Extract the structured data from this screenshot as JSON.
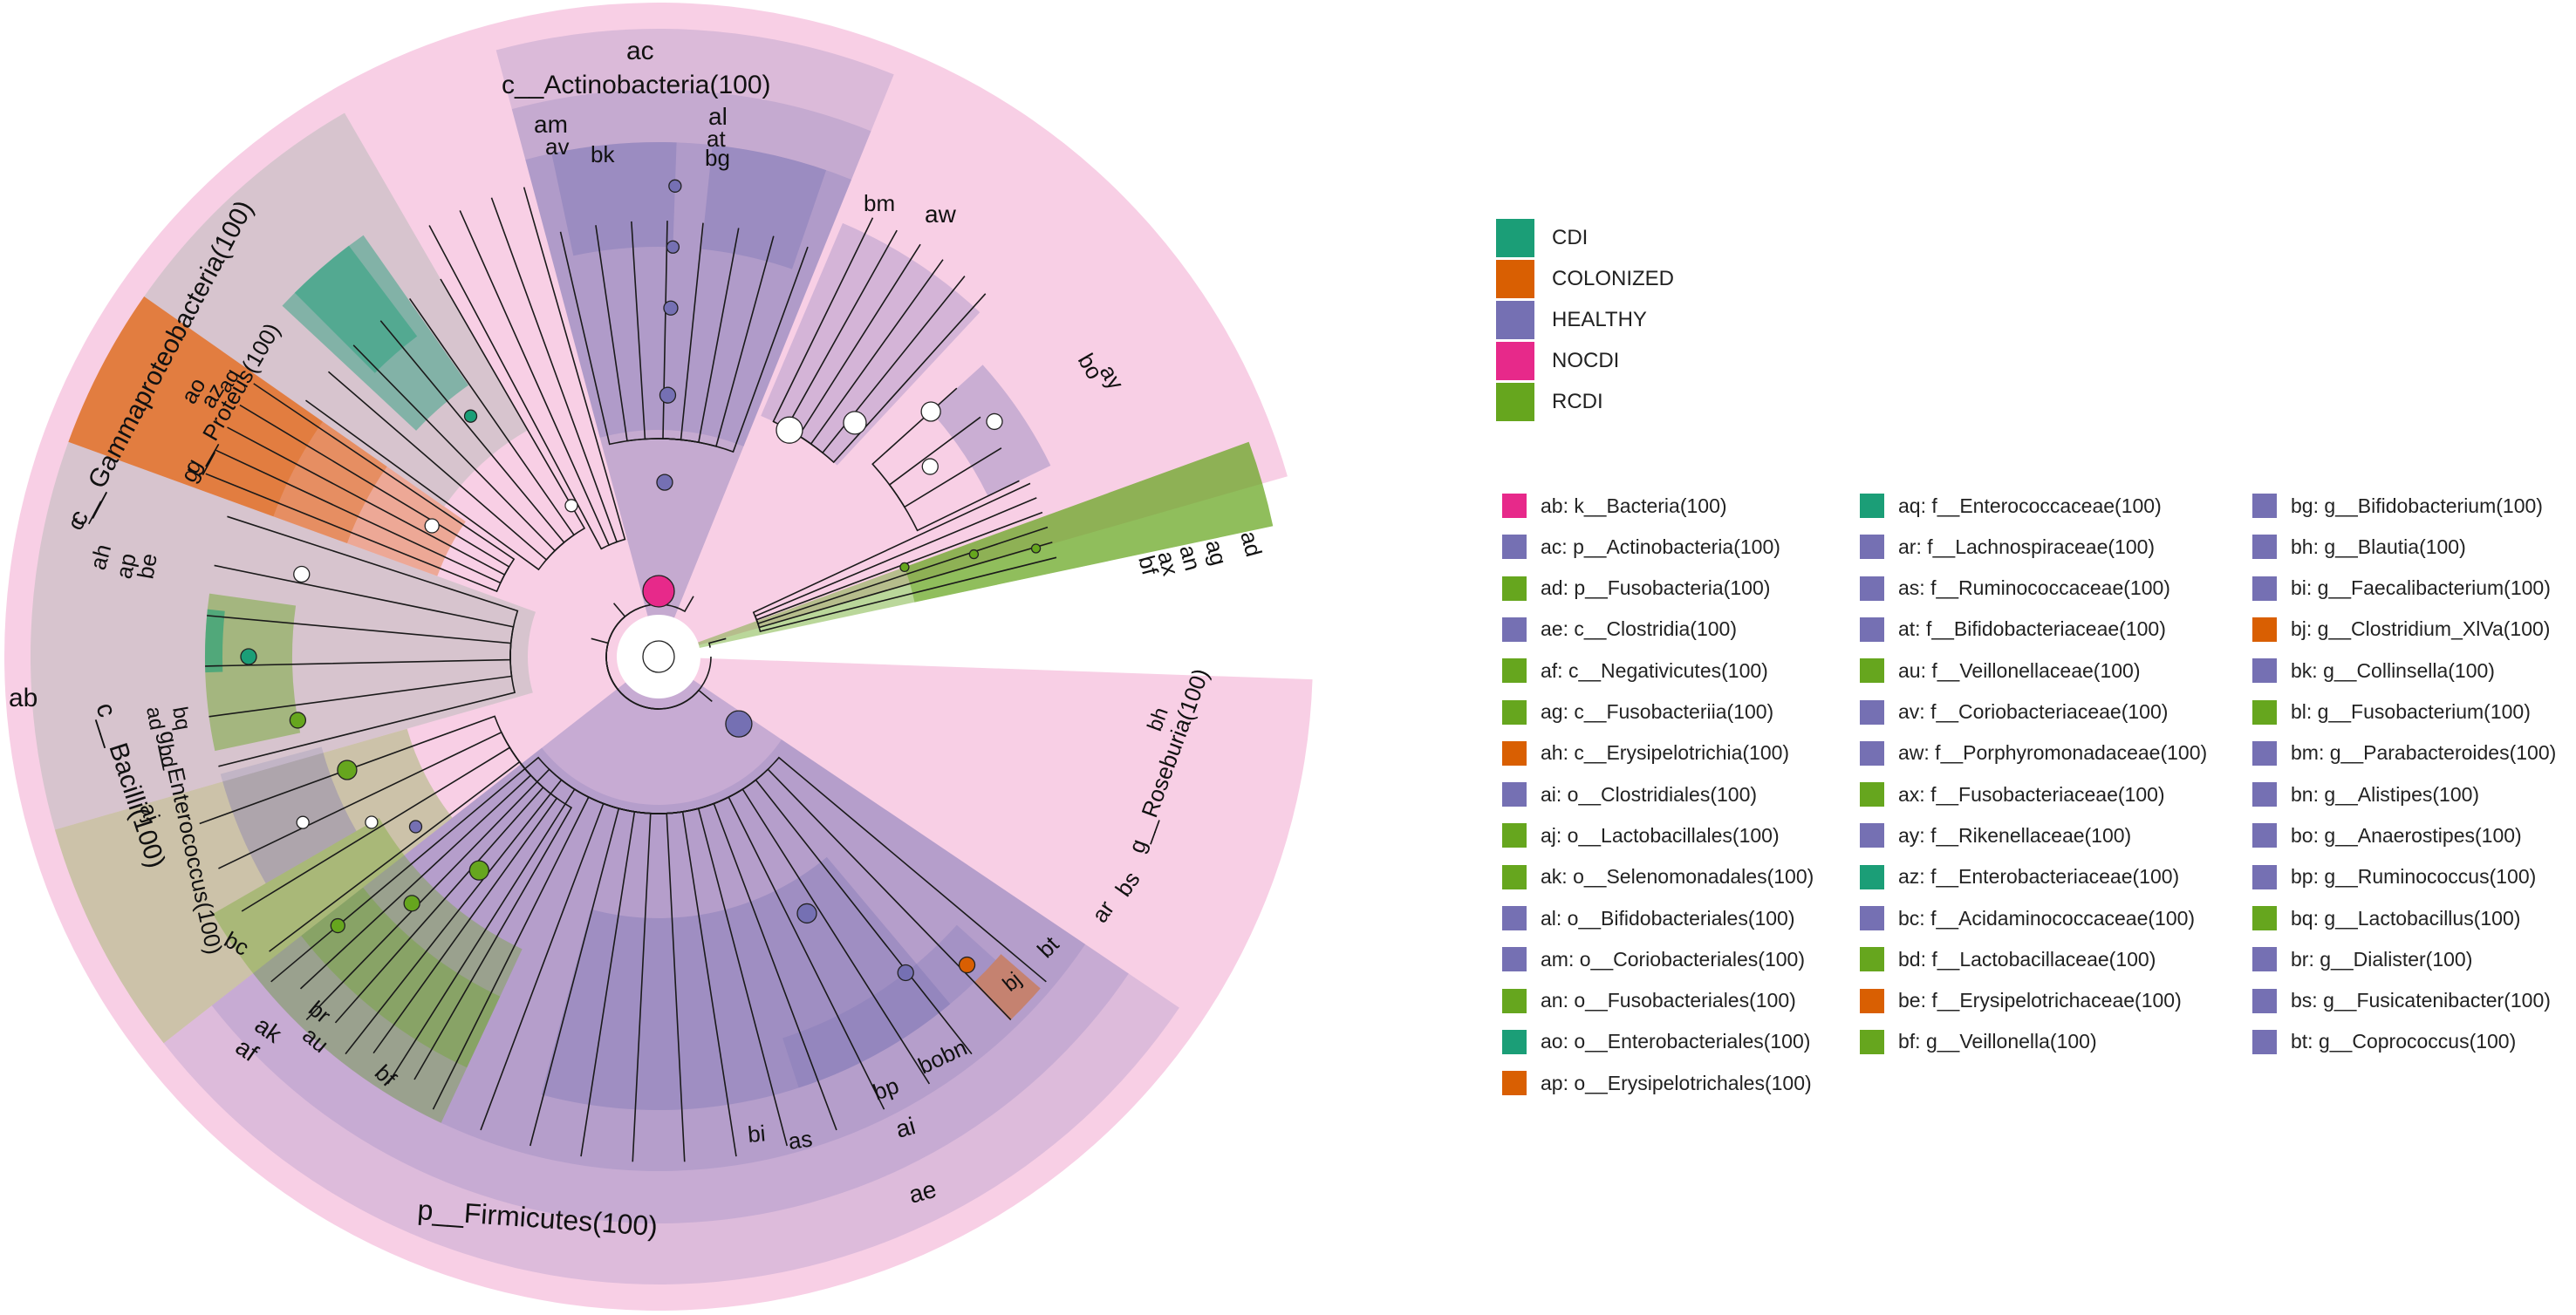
{
  "colors": {
    "background_ring": "#f8cfe5",
    "clade_line": "#1a1a1a",
    "node_neutral": "#ffffff"
  },
  "groups": [
    {
      "name": "CDI",
      "color": "#1b9e77"
    },
    {
      "name": "COLONIZED",
      "color": "#d95f02"
    },
    {
      "name": "HEALTHY",
      "color": "#7570b3"
    },
    {
      "name": "NOCDI",
      "color": "#e7298a"
    },
    {
      "name": "RCDI",
      "color": "#66a61e"
    }
  ],
  "clade_labels": {
    "ab": "ab",
    "ac": "ac",
    "actinobacteria": "c__Actinobacteria(100)",
    "gamma": "c__Gammaproteobacteria(100)",
    "proteus": "g__Proteus(100)",
    "firmicutes": "p__Firmicutes(100)",
    "bacilli": "c__Bacilli(100)",
    "enterococcus": "g__Enterococcus(100)",
    "roseburia": "g__Roseburia(100)",
    "ad": "ad",
    "ag": "ag",
    "an": "an",
    "ax": "ax",
    "bf2": "bf",
    "am": "am",
    "av": "av",
    "bk": "bk",
    "al": "al",
    "at": "at",
    "bg": "bg",
    "bm": "bm",
    "aw": "aw",
    "bo": "bo",
    "ay": "ay",
    "ao": "ao",
    "az": "az",
    "aq": "aq",
    "ah": "ah",
    "ap": "ap",
    "be": "be",
    "c_": "c__",
    "g_": "g__",
    "ae": "ae",
    "ai": "ai",
    "bp": "bp",
    "bobn": "bobn",
    "as": "as",
    "bi": "bi",
    "bj": "bj",
    "bt": "bt",
    "ar": "ar",
    "bs": "bs",
    "bh": "bh",
    "ak": "ak",
    "af": "af",
    "br": "br",
    "au": "au",
    "bf": "bf",
    "bc": "bc",
    "aj": "aj",
    "ad2": "ad",
    "bd": "bd",
    "bq": "bq"
  },
  "legend": [
    {
      "code": "ab",
      "text": "ab: k__Bacteria(100)",
      "group": "NOCDI"
    },
    {
      "code": "ac",
      "text": "ac: p__Actinobacteria(100)",
      "group": "HEALTHY"
    },
    {
      "code": "ad",
      "text": "ad: p__Fusobacteria(100)",
      "group": "RCDI"
    },
    {
      "code": "ae",
      "text": "ae: c__Clostridia(100)",
      "group": "HEALTHY"
    },
    {
      "code": "af",
      "text": "af: c__Negativicutes(100)",
      "group": "RCDI"
    },
    {
      "code": "ag",
      "text": "ag: c__Fusobacteriia(100)",
      "group": "RCDI"
    },
    {
      "code": "ah",
      "text": "ah: c__Erysipelotrichia(100)",
      "group": "COLONIZED"
    },
    {
      "code": "ai",
      "text": "ai: o__Clostridiales(100)",
      "group": "HEALTHY"
    },
    {
      "code": "aj",
      "text": "aj: o__Lactobacillales(100)",
      "group": "RCDI"
    },
    {
      "code": "ak",
      "text": "ak: o__Selenomonadales(100)",
      "group": "RCDI"
    },
    {
      "code": "al",
      "text": "al: o__Bifidobacteriales(100)",
      "group": "HEALTHY"
    },
    {
      "code": "am",
      "text": "am: o__Coriobacteriales(100)",
      "group": "HEALTHY"
    },
    {
      "code": "an",
      "text": "an: o__Fusobacteriales(100)",
      "group": "RCDI"
    },
    {
      "code": "ao",
      "text": "ao: o__Enterobacteriales(100)",
      "group": "CDI"
    },
    {
      "code": "ap",
      "text": "ap: o__Erysipelotrichales(100)",
      "group": "COLONIZED"
    },
    {
      "code": "aq",
      "text": "aq: f__Enterococcaceae(100)",
      "group": "CDI"
    },
    {
      "code": "ar",
      "text": "ar: f__Lachnospiraceae(100)",
      "group": "HEALTHY"
    },
    {
      "code": "as",
      "text": "as: f__Ruminococcaceae(100)",
      "group": "HEALTHY"
    },
    {
      "code": "at",
      "text": "at: f__Bifidobacteriaceae(100)",
      "group": "HEALTHY"
    },
    {
      "code": "au",
      "text": "au: f__Veillonellaceae(100)",
      "group": "RCDI"
    },
    {
      "code": "av",
      "text": "av: f__Coriobacteriaceae(100)",
      "group": "HEALTHY"
    },
    {
      "code": "aw",
      "text": "aw: f__Porphyromonadaceae(100)",
      "group": "HEALTHY"
    },
    {
      "code": "ax",
      "text": "ax: f__Fusobacteriaceae(100)",
      "group": "RCDI"
    },
    {
      "code": "ay",
      "text": "ay: f__Rikenellaceae(100)",
      "group": "HEALTHY"
    },
    {
      "code": "az",
      "text": "az: f__Enterobacteriaceae(100)",
      "group": "CDI"
    },
    {
      "code": "bc",
      "text": "bc: f__Acidaminococcaceae(100)",
      "group": "HEALTHY"
    },
    {
      "code": "bd",
      "text": "bd: f__Lactobacillaceae(100)",
      "group": "RCDI"
    },
    {
      "code": "be",
      "text": "be: f__Erysipelotrichaceae(100)",
      "group": "COLONIZED"
    },
    {
      "code": "bf",
      "text": "bf: g__Veillonella(100)",
      "group": "RCDI"
    },
    {
      "code": "bg",
      "text": "bg: g__Bifidobacterium(100)",
      "group": "HEALTHY"
    },
    {
      "code": "bh",
      "text": "bh: g__Blautia(100)",
      "group": "HEALTHY"
    },
    {
      "code": "bi",
      "text": "bi: g__Faecalibacterium(100)",
      "group": "HEALTHY"
    },
    {
      "code": "bj",
      "text": "bj: g__Clostridium_XlVa(100)",
      "group": "COLONIZED"
    },
    {
      "code": "bk",
      "text": "bk: g__Collinsella(100)",
      "group": "HEALTHY"
    },
    {
      "code": "bl",
      "text": "bl: g__Fusobacterium(100)",
      "group": "RCDI"
    },
    {
      "code": "bm",
      "text": "bm: g__Parabacteroides(100)",
      "group": "HEALTHY"
    },
    {
      "code": "bn",
      "text": "bn: g__Alistipes(100)",
      "group": "HEALTHY"
    },
    {
      "code": "bo",
      "text": "bo: g__Anaerostipes(100)",
      "group": "HEALTHY"
    },
    {
      "code": "bp",
      "text": "bp: g__Ruminococcus(100)",
      "group": "HEALTHY"
    },
    {
      "code": "bq",
      "text": "bq: g__Lactobacillus(100)",
      "group": "RCDI"
    },
    {
      "code": "br",
      "text": "br: g__Dialister(100)",
      "group": "HEALTHY"
    },
    {
      "code": "bs",
      "text": "bs: g__Fusicatenibacter(100)",
      "group": "HEALTHY"
    },
    {
      "code": "bt",
      "text": "bt: g__Coprococcus(100)",
      "group": "HEALTHY"
    }
  ]
}
